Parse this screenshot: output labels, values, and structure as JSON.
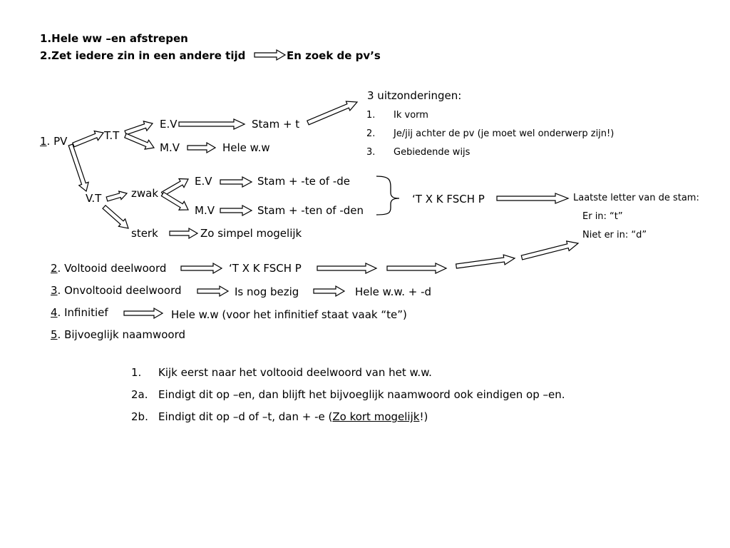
{
  "header": {
    "line1": "1.Hele ww –en afstrepen",
    "line2": "2.Zet iedere zin in een andere tijd",
    "line2b": "En zoek de pv’s"
  },
  "exceptions": {
    "title": "3 uitzonderingen:",
    "items": [
      {
        "num": "1.",
        "text": "Ik vorm"
      },
      {
        "num": "2.",
        "text": "Je/jij achter de pv (je moet wel onderwerp zijn!)"
      },
      {
        "num": "3.",
        "text": "Gebiedende wijs"
      }
    ]
  },
  "tree": {
    "pv_num": "1",
    "pv_rest": ". PV",
    "tt": "T.T",
    "tt_ev": "E.V",
    "tt_ev_res": "Stam + t",
    "tt_mv": "M.V",
    "tt_mv_res": "Hele w.w",
    "vt": "V.T",
    "zwak": "zwak",
    "zwak_ev": "E.V",
    "zwak_ev_res": "Stam + -te of -de",
    "zwak_mv": "M.V",
    "zwak_mv_res": "Stam + -ten of -den",
    "sterk": "sterk",
    "sterk_res": "Zo simpel mogelijk",
    "txk": "‘T X K FSCH P",
    "last_letter": "Laatste letter van de stam:",
    "in": "Er in: “t”",
    "not_in": "Niet er in: “d”"
  },
  "list": [
    {
      "num": "2",
      "label": ". Voltooid deelwoord",
      "rule": "‘T X K FSCH P"
    },
    {
      "num": "3",
      "label": ". Onvoltooid deelwoord",
      "mid": "Is nog bezig",
      "rule": "Hele w.w. + -d"
    },
    {
      "num": "4",
      "label": ". Infinitief",
      "rule": "Hele w.w (voor het infinitief staat vaak “te”)"
    },
    {
      "num": "5",
      "label": ". Bijvoeglijk naamwoord"
    }
  ],
  "steps": [
    {
      "num": "1.",
      "text": "Kijk eerst naar het voltooid deelwoord van het w.w."
    },
    {
      "num": "2a.",
      "text": "Eindigt dit op –en, dan blijft het bijvoeglijk naamwoord ook eindigen op –en."
    },
    {
      "num": "2b.",
      "text_pre": "Eindigt dit op –d of –t, dan  + -e (",
      "text_link": "Zo kort mogelijk",
      "text_post": "!)"
    }
  ]
}
